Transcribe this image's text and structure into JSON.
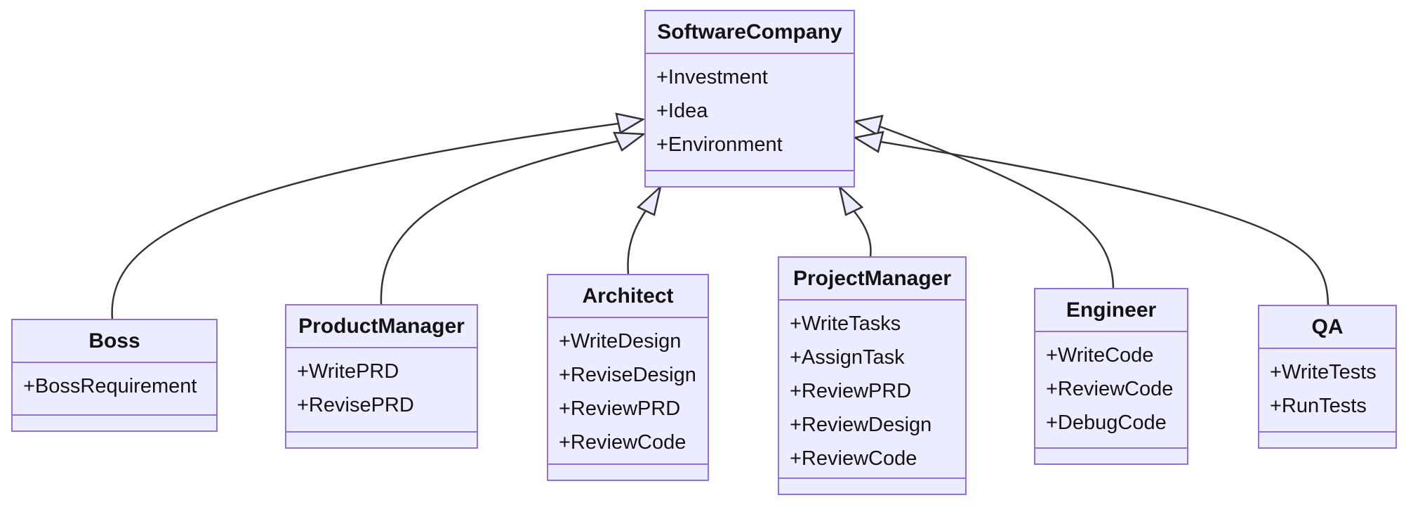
{
  "diagram": {
    "type": "uml-class-diagram",
    "colors": {
      "box_fill": "#ECECFF",
      "box_border": "#9370DB",
      "edge_line": "#333333",
      "text": "#131313",
      "background": "#ffffff"
    },
    "classes": [
      {
        "name": "SoftwareCompany",
        "members": [
          "+Investment",
          "+Idea",
          "+Environment"
        ]
      },
      {
        "name": "Boss",
        "members": [
          "+BossRequirement"
        ]
      },
      {
        "name": "ProductManager",
        "members": [
          "+WritePRD",
          "+RevisePRD"
        ]
      },
      {
        "name": "Architect",
        "members": [
          "+WriteDesign",
          "+ReviseDesign",
          "+ReviewPRD",
          "+ReviewCode"
        ]
      },
      {
        "name": "ProjectManager",
        "members": [
          "+WriteTasks",
          "+AssignTask",
          "+ReviewPRD",
          "+ReviewDesign",
          "+ReviewCode"
        ]
      },
      {
        "name": "Engineer",
        "members": [
          "+WriteCode",
          "+ReviewCode",
          "+DebugCode"
        ]
      },
      {
        "name": "QA",
        "members": [
          "+WriteTests",
          "+RunTests"
        ]
      }
    ],
    "relations": [
      {
        "from": "Boss",
        "to": "SoftwareCompany",
        "type": "inheritance"
      },
      {
        "from": "ProductManager",
        "to": "SoftwareCompany",
        "type": "inheritance"
      },
      {
        "from": "Architect",
        "to": "SoftwareCompany",
        "type": "inheritance"
      },
      {
        "from": "ProjectManager",
        "to": "SoftwareCompany",
        "type": "inheritance"
      },
      {
        "from": "Engineer",
        "to": "SoftwareCompany",
        "type": "inheritance"
      },
      {
        "from": "QA",
        "to": "SoftwareCompany",
        "type": "inheritance"
      }
    ]
  }
}
